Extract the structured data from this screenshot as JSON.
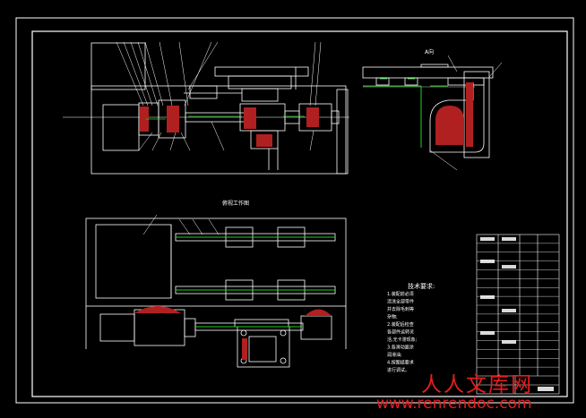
{
  "drawing": {
    "background": "#000000",
    "colors": {
      "outline": "#ffffff",
      "hatch": "#b02020",
      "green": "#1fd11f",
      "table": "#ffffff"
    },
    "notes_title": "技术要求:",
    "notes": [
      "1.装配前必须",
      "清洗全部零件",
      "并去除毛刺等",
      "杂物;",
      "2.装配后检查",
      "各部件运转灵",
      "活,无卡滞现象;",
      "3.各滑动面涂",
      "润滑油;",
      "4.按图纸要求",
      "进行调试。"
    ],
    "labels": {
      "top_view": "俯视工作图",
      "side_view": "A向"
    }
  },
  "watermark": {
    "text_cn": "人人文库网",
    "url": "www.renrendoc.com",
    "color": "#e41e1e"
  }
}
